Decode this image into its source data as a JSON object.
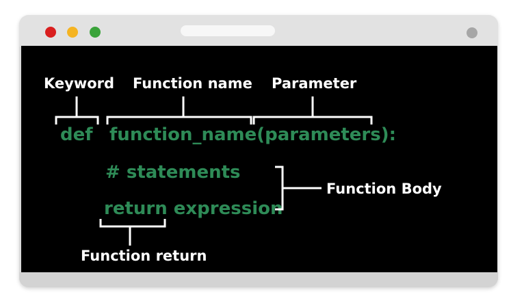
{
  "colors": {
    "close": "#d91f1f",
    "minimize": "#f5b422",
    "maximize": "#3aa33a",
    "menu": "#a6a6a6",
    "code": "#2e8b57",
    "label": "#ffffff",
    "bracket": "#ffffff"
  },
  "window": {
    "window_controls": [
      "close-dot",
      "minimize-dot",
      "maximize-dot"
    ],
    "menu_icon": "circle-menu-icon"
  },
  "labels": {
    "keyword": "Keyword",
    "function_name": "Function name",
    "parameter": "Parameter",
    "function_body": "Function Body",
    "function_return": "Function return"
  },
  "code": {
    "def": "def",
    "signature": "function_name(parameters):",
    "statements": "# statements",
    "return_line": "return expression"
  }
}
